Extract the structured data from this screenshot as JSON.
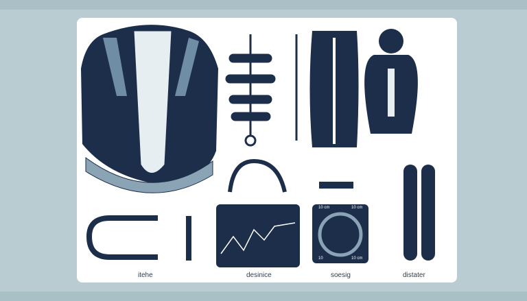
{
  "labels": {
    "l1": "itehe",
    "l2": "desinice",
    "l3": "soesig",
    "l4": "distater"
  },
  "dial": {
    "tl": "10 cm",
    "tr": "10 cm",
    "bl": "10",
    "br": "10 cm"
  },
  "colors": {
    "navy": "#1c2e4a",
    "steel": "#5b7f9a",
    "bg": "#b8ccd2"
  }
}
